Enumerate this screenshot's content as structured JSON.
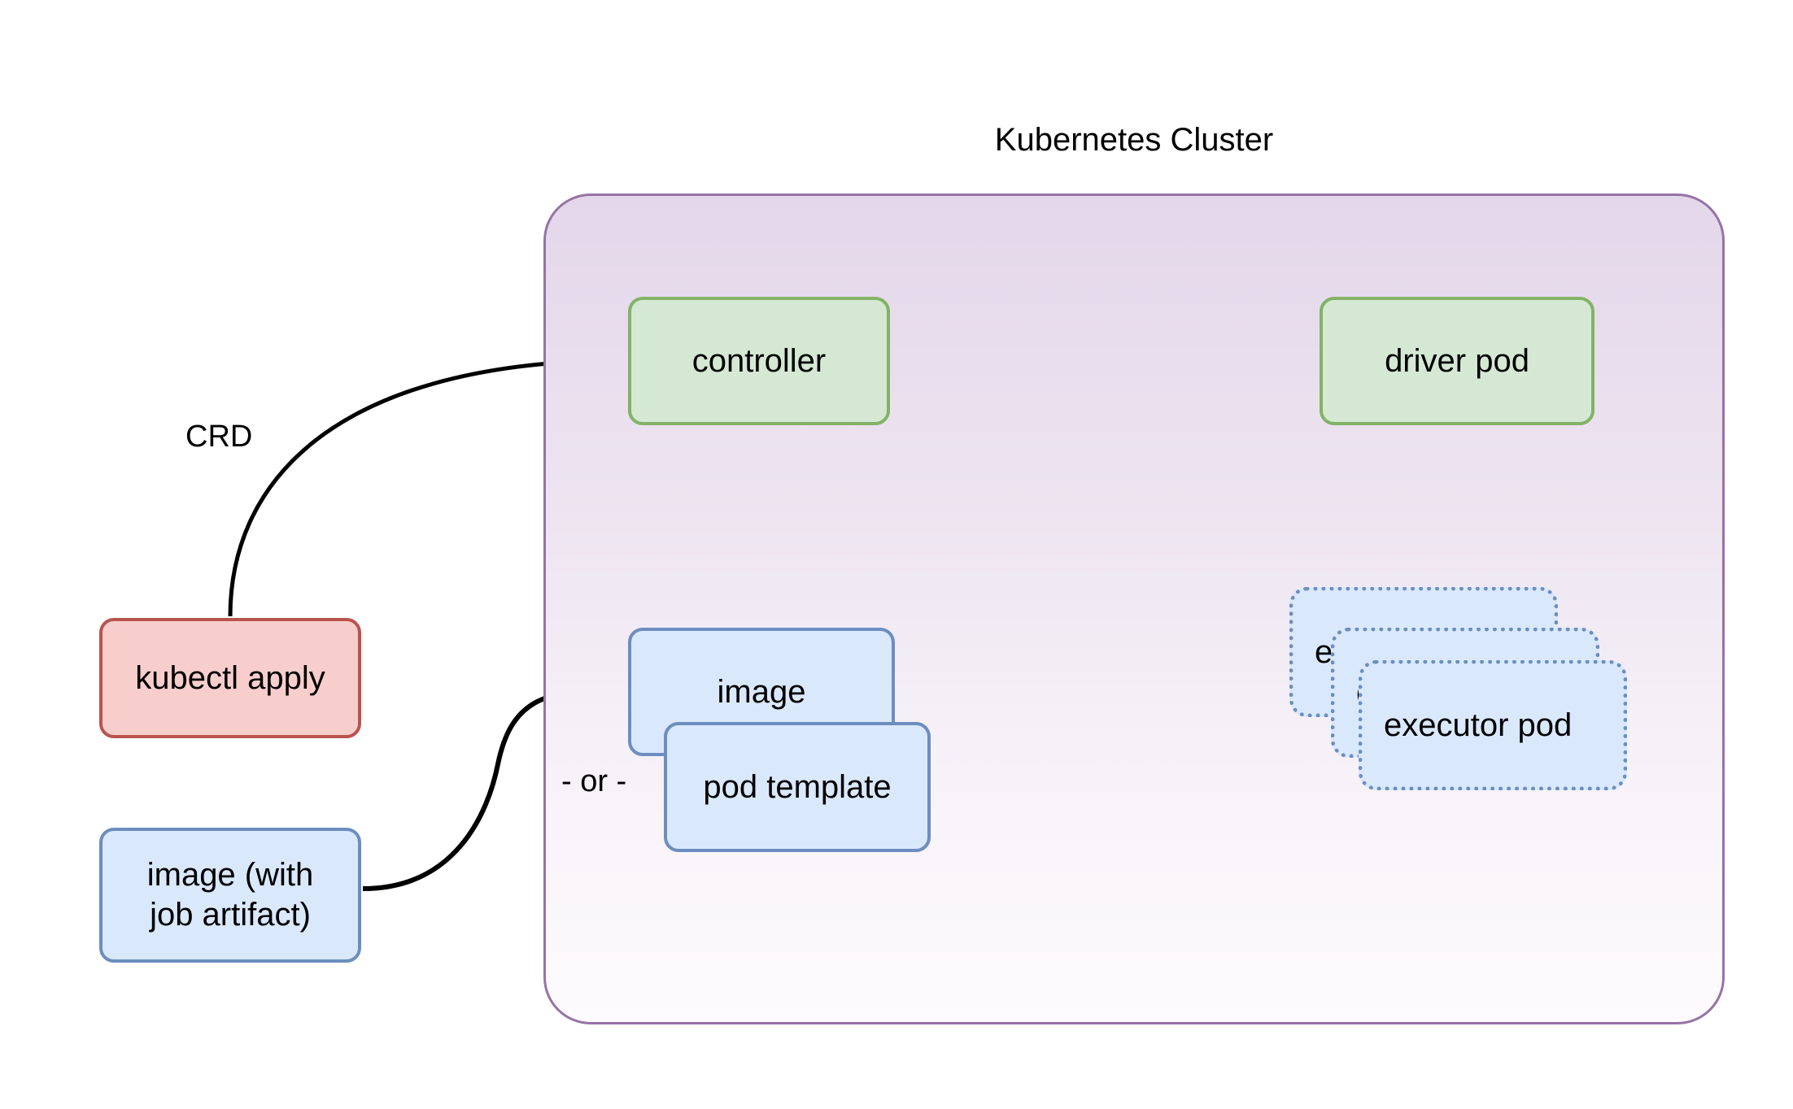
{
  "diagram": {
    "type": "architecture-flow",
    "title": "Kubernetes Cluster",
    "cluster": {
      "label": "Kubernetes Cluster",
      "border_color": "#9673a6",
      "fill_top": "#e3d7e9",
      "fill_bottom": "#fdfbfd"
    },
    "nodes": [
      {
        "id": "kubectl-apply",
        "label": "kubectl apply",
        "style": "red",
        "fill": "#f8cecc",
        "stroke": "#b85450",
        "inside_cluster": false
      },
      {
        "id": "image-artifact",
        "label": "image (with job artifact)",
        "label_lines": [
          "image (with",
          "job artifact)"
        ],
        "style": "blue",
        "fill": "#dae8fc",
        "stroke": "#6c8ebf",
        "inside_cluster": false
      },
      {
        "id": "controller",
        "label": "controller",
        "style": "green",
        "fill": "#d5e8d4",
        "stroke": "#82b366",
        "inside_cluster": true
      },
      {
        "id": "driver-pod",
        "label": "driver pod",
        "style": "green",
        "fill": "#d5e8d4",
        "stroke": "#82b366",
        "inside_cluster": true
      },
      {
        "id": "image",
        "label": "image",
        "style": "blue",
        "fill": "#dae8fc",
        "stroke": "#6c8ebf",
        "inside_cluster": true
      },
      {
        "id": "pod-template",
        "label": "pod template",
        "style": "blue",
        "fill": "#dae8fc",
        "stroke": "#6c8ebf",
        "inside_cluster": true
      },
      {
        "id": "executor-pod-1",
        "label": "executor pod",
        "style": "dotted-blue",
        "fill": "#dae8fc",
        "stroke": "#6c8ebf",
        "inside_cluster": true,
        "stack_position": "back"
      },
      {
        "id": "executor-pod-2",
        "label": "executor pod",
        "style": "dotted-blue",
        "fill": "#dae8fc",
        "stroke": "#6c8ebf",
        "inside_cluster": true,
        "stack_position": "middle"
      },
      {
        "id": "executor-pod-3",
        "label": "executor pod",
        "style": "dotted-blue",
        "fill": "#dae8fc",
        "stroke": "#6c8ebf",
        "inside_cluster": true,
        "stack_position": "front"
      }
    ],
    "edges": [
      {
        "id": "kubectl-to-controller",
        "from": "kubectl-apply",
        "to": "controller",
        "label": "CRD",
        "style": "solid",
        "arrow": "end"
      },
      {
        "id": "controller-to-driver",
        "from": "controller",
        "to": "driver-pod",
        "label": "",
        "style": "solid",
        "arrow": "end"
      },
      {
        "id": "controller-image",
        "from": "controller",
        "to": "image",
        "label": "",
        "style": "solid",
        "arrow": "both"
      },
      {
        "id": "image-to-executors",
        "from": "image",
        "to": "executor-pod-1",
        "label": "",
        "style": "dotted",
        "arrow": "end"
      },
      {
        "id": "driver-to-executors",
        "from": "driver-pod",
        "to": "executor-pod-1",
        "label": "",
        "style": "solid",
        "arrow": "end"
      },
      {
        "id": "artifact-to-image",
        "from": "image-artifact",
        "to": "image",
        "label": "",
        "style": "solid",
        "arrow": "end"
      }
    ],
    "labels": {
      "crd": "CRD",
      "or": "- or -"
    }
  }
}
